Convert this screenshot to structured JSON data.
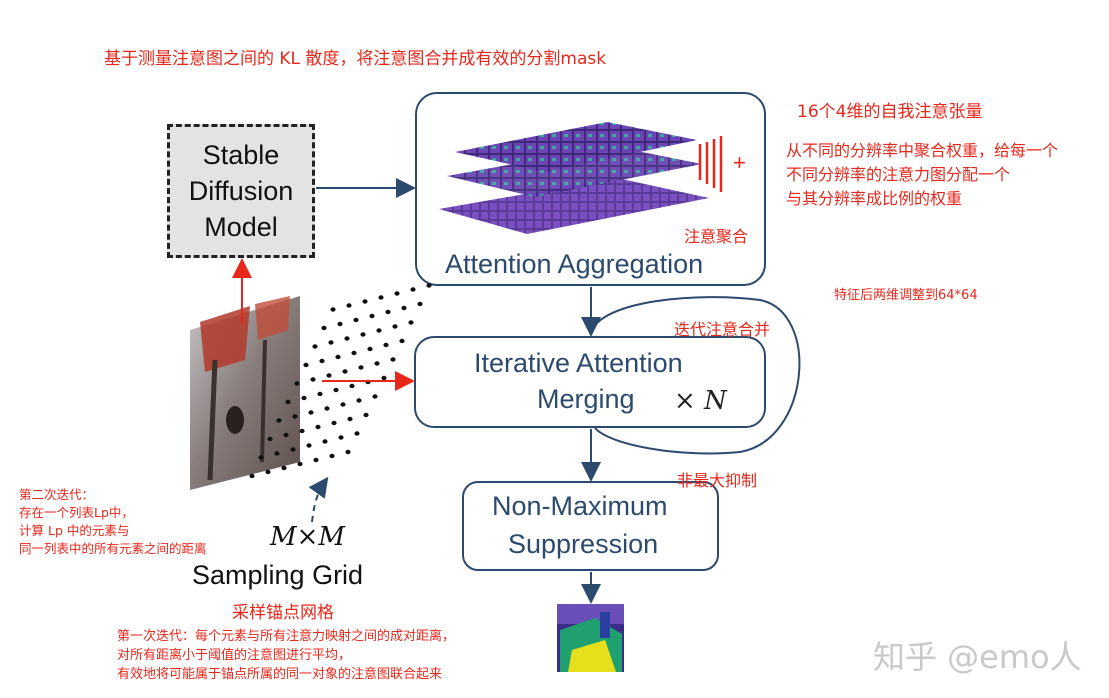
{
  "annotations": {
    "top_title": "基于测量注意图之间的 KL 散度，将注意图合并成有效的分割mask",
    "tensor_note": "16个4维的自我注意张量",
    "weight_note_lines": [
      "从不同的分辨率中聚合权重，给每一个",
      "不同分辨率的注意力图分配一个",
      "与其分辨率成比例的权重"
    ],
    "resize_note": "特征后两维调整到64*64",
    "aggregation_cn": "注意聚合",
    "merging_cn": "迭代注意合并",
    "nms_cn": "非最大抑制",
    "sampling_cn": "采样锚点网格",
    "second_iter_lines": [
      "第二次迭代：",
      "存在一个列表Lp中，",
      "计算 Lp 中的元素与",
      "同一列表中的所有元素之间的距离"
    ],
    "first_iter_lines": [
      "第一次迭代：每个元素与所有注意力映射之间的成对距离，",
      "对所有距离小于阈值的注意图进行平均，",
      "有效地将可能属于锚点所属的同一对象的注意图联合起来"
    ]
  },
  "diagram": {
    "sd_model_lines": [
      "Stable",
      "Diffusion",
      "Model"
    ],
    "attention_aggregation": "Attention Aggregation",
    "iterative_merging_lines": [
      "Iterative Attention",
      "Merging"
    ],
    "times_n": "× N",
    "nms_lines": [
      "Non-Maximum",
      "Suppression"
    ],
    "grid_size": "M×M",
    "sampling_grid": "Sampling Grid",
    "plus_sign": "+"
  },
  "watermark": "知乎 @emo人",
  "colors": {
    "box_border": "#2c4a6e",
    "arrow_blue": "#2c4a6e",
    "arrow_red": "#e8271b",
    "note_red": "#e8271b",
    "sd_fill": "#e3e3e3"
  }
}
